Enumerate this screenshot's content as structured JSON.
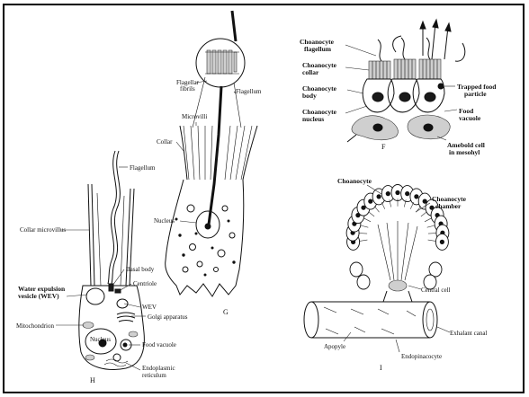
{
  "panels": {
    "H": {
      "letter": "H",
      "labels": {
        "flagellum": "Flagellum",
        "collar_microvillus": "Collar microvillus",
        "basal_body": "Basal body",
        "centriole": "Centriole",
        "water_expulsion_1": "Water expulsion",
        "water_expulsion_2": "vesicle (WEV)",
        "wev": "WEV",
        "golgi": "Golgi apparatus",
        "mitochondrion": "Mitochondrion",
        "nucleus": "Nucleus",
        "food_vacuole": "Food vacuole",
        "er_1": "Endoplasmic",
        "er_2": "reticulum"
      }
    },
    "G": {
      "letter": "G",
      "labels": {
        "flagellar_fibrils_1": "Flagellar",
        "flagellar_fibrils_2": "fibrils",
        "flagellum": "Flagellum",
        "microvilli": "Microvilli",
        "collar": "Collar",
        "nucleus": "Nucleus"
      }
    },
    "F": {
      "letter": "F",
      "labels": {
        "choanocyte_flagellum_1": "Choanocyte",
        "choanocyte_flagellum_2": "flagellum",
        "choanocyte_collar_1": "Choanocyte",
        "choanocyte_collar_2": "collar",
        "choanocyte_body_1": "Choanocyte",
        "choanocyte_body_2": "body",
        "choanocyte_nucleus_1": "Choanocyte",
        "choanocyte_nucleus_2": "nucleus",
        "trapped_food_1": "Trapped food",
        "trapped_food_2": "particle",
        "food_vacuole_1": "Food",
        "food_vacuole_2": "vacuole",
        "amoeboid_1": "Amebold cell",
        "amoeboid_2": "in mesohyl"
      }
    },
    "I": {
      "letter": "I",
      "labels": {
        "choanocyte": "Choanocyte",
        "chamber_1": "Choanocyte",
        "chamber_2": "chamber",
        "central_cell": "Central cell",
        "exhalant_canal": "Exhalant canal",
        "apopyle": "Apopyle",
        "endopinacocyte": "Endopinacocyte"
      }
    }
  },
  "colors": {
    "ink": "#111111",
    "background": "#ffffff",
    "shade": "#cfcfcf"
  }
}
